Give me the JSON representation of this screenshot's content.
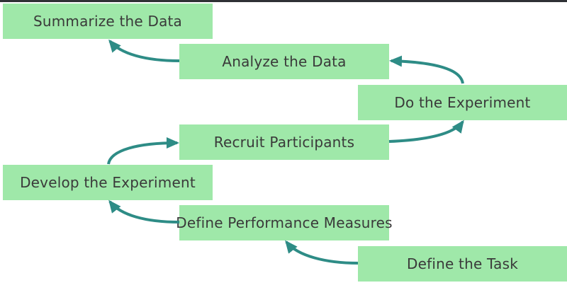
{
  "steps": [
    {
      "id": "summarize",
      "label": "Summarize the Data"
    },
    {
      "id": "analyze",
      "label": "Analyze the Data"
    },
    {
      "id": "do-experiment",
      "label": "Do the Experiment"
    },
    {
      "id": "recruit",
      "label": "Recruit Participants"
    },
    {
      "id": "develop",
      "label": "Develop the Experiment"
    },
    {
      "id": "define-measures",
      "label": "Define Performance Measures"
    },
    {
      "id": "define-task",
      "label": "Define the Task"
    }
  ],
  "colors": {
    "box_fill": "#9fe8a9",
    "arrow": "#2e8c86",
    "text": "#3a3a3a"
  }
}
